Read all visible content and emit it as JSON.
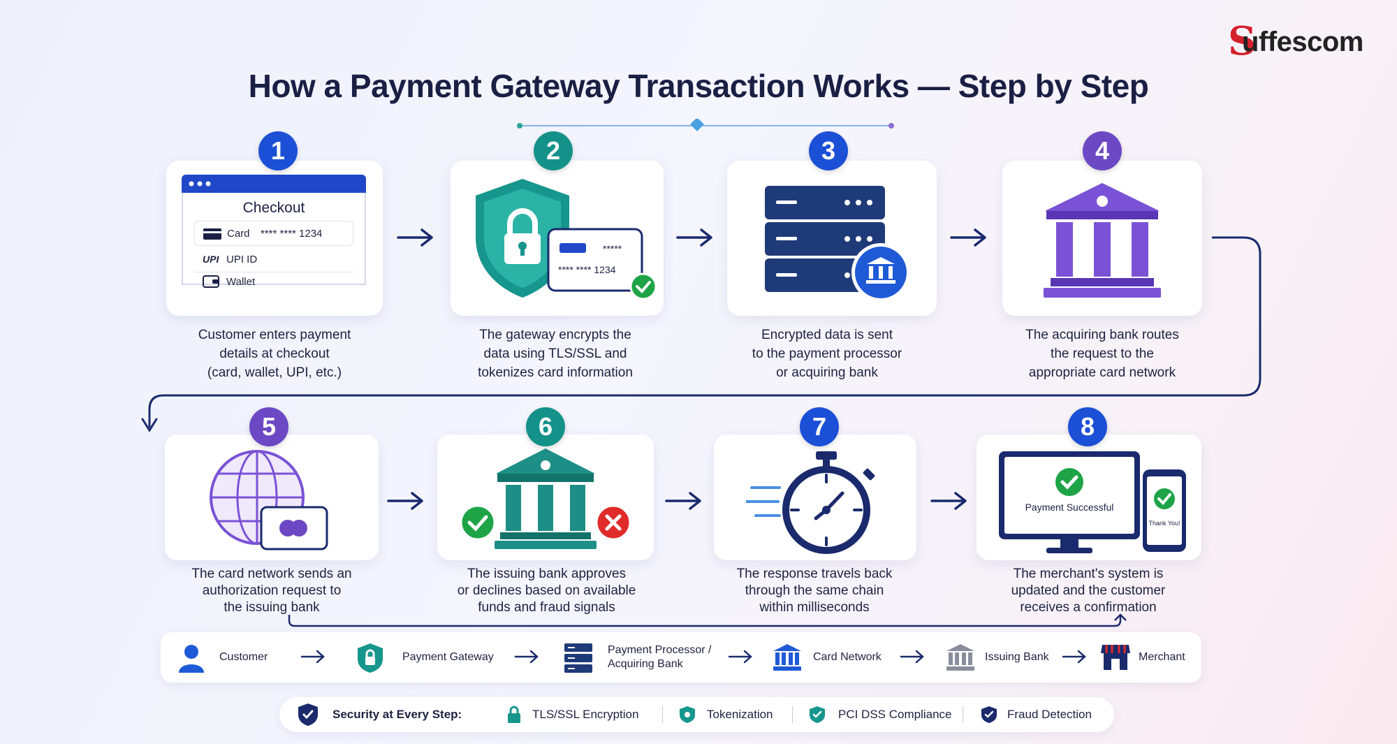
{
  "brand": {
    "logo_initial": "S",
    "logo_rest": "uffescom"
  },
  "title": "How a Payment Gateway Transaction Works — Step by Step",
  "checkout_mock": {
    "title": "Checkout",
    "card_label": "Card",
    "card_number": "**** **** 1234",
    "upi_badge": "UPI",
    "upi_label": "UPI ID",
    "wallet_label": "Wallet"
  },
  "card_mock": {
    "masked_top": "*****",
    "masked_number": "**** **** 1234"
  },
  "device_mock": {
    "monitor_text": "Payment Successful",
    "phone_text": "Thank You!"
  },
  "steps": [
    {
      "number": "1",
      "caption": [
        "Customer enters payment",
        "details at checkout",
        "(card, wallet, UPI, etc.)"
      ],
      "icon": "checkout-form-icon"
    },
    {
      "number": "2",
      "caption": [
        "The gateway encrypts the",
        "data using TLS/SSL and",
        "tokenizes card information"
      ],
      "icon": "shield-lock-icon"
    },
    {
      "number": "3",
      "caption": [
        "Encrypted data is sent",
        "to the payment processor",
        "or acquiring bank"
      ],
      "icon": "server-icon"
    },
    {
      "number": "4",
      "caption": [
        "The acquiring bank routes",
        "the request to the",
        "appropriate card network"
      ],
      "icon": "bank-icon"
    },
    {
      "number": "5",
      "caption": [
        "The card network sends an",
        "authorization request to",
        "the issuing bank"
      ],
      "icon": "globe-card-icon"
    },
    {
      "number": "6",
      "caption": [
        "The issuing bank approves",
        "or declines based on available",
        "funds and fraud signals"
      ],
      "icon": "bank-approve-decline-icon"
    },
    {
      "number": "7",
      "caption": [
        "The response travels back",
        "through the same chain",
        "within milliseconds"
      ],
      "icon": "stopwatch-icon"
    },
    {
      "number": "8",
      "caption": [
        "The merchant's system is",
        "updated and the customer",
        "receives a confirmation"
      ],
      "icon": "monitor-phone-icon"
    }
  ],
  "legend": [
    {
      "label": "Customer",
      "icon": "user-icon"
    },
    {
      "label": "Payment Gateway",
      "icon": "shield-icon"
    },
    {
      "label": "Payment Processor /",
      "label2": "Acquiring Bank",
      "icon": "server-icon"
    },
    {
      "label": "Card Network",
      "icon": "bank-icon"
    },
    {
      "label": "Issuing Bank",
      "icon": "bank-icon"
    },
    {
      "label": "Merchant",
      "icon": "store-icon"
    }
  ],
  "security": {
    "heading": "Security at Every Step:",
    "items": [
      "TLS/SSL Encryption",
      "Tokenization",
      "PCI DSS Compliance",
      "Fraud Detection"
    ]
  },
  "colors": {
    "blue": "#1b4fd6",
    "teal": "#14928a",
    "purple": "#6d48c4",
    "navy": "#1a1f44",
    "green": "#1ea447",
    "red": "#e02b2b"
  }
}
